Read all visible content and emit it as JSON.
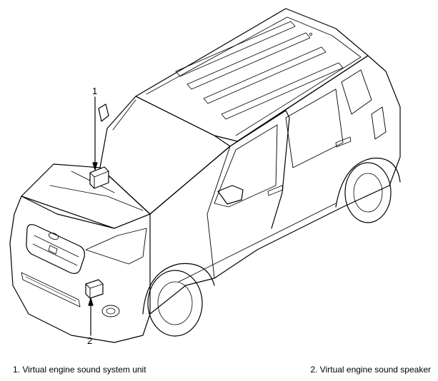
{
  "callouts": [
    {
      "label": "1"
    },
    {
      "label": "2"
    }
  ],
  "legend": [
    {
      "text": "1. Virtual engine sound system unit"
    },
    {
      "text": "2. Virtual engine sound speaker"
    }
  ],
  "colors": {
    "line": "#000000",
    "background": "#ffffff"
  }
}
